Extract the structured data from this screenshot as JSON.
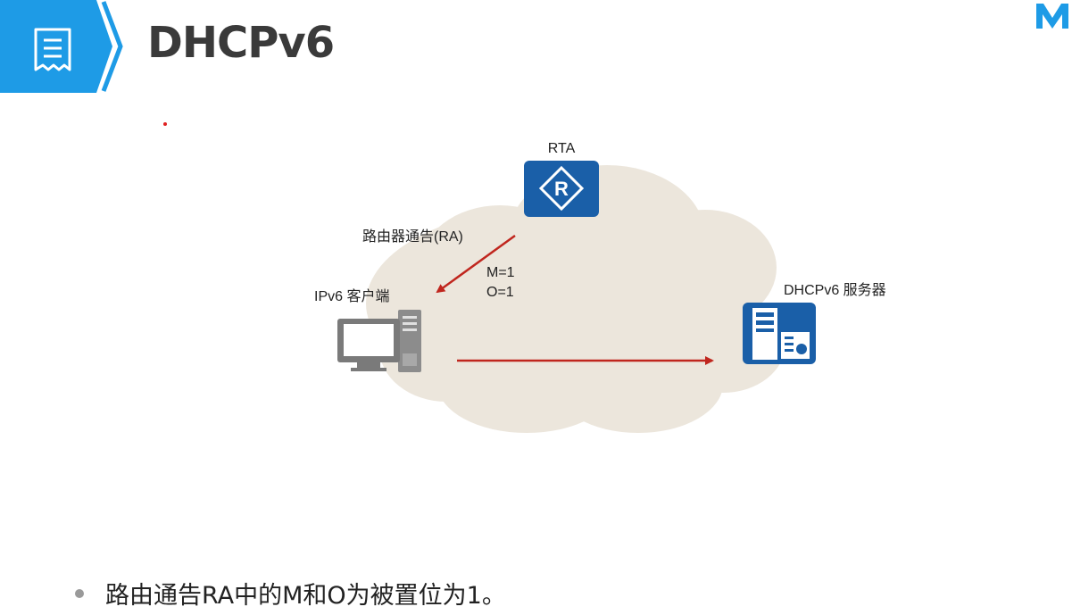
{
  "header": {
    "title": "DHCPv6",
    "badge_icon": "document-list-icon",
    "logo_icon": "m-logo-icon",
    "accent_color": "#1e9be6"
  },
  "diagram": {
    "router": {
      "label": "RTA",
      "icon": "router-icon",
      "color": "#1a5fa8"
    },
    "ra_label": "路由器通告(RA)",
    "flags": {
      "m": "M=1",
      "o": "O=1"
    },
    "client": {
      "label": "IPv6 客户端",
      "icon": "pc-icon"
    },
    "server": {
      "label": "DHCPv6 服务器",
      "icon": "server-icon",
      "color": "#1a5fa8"
    },
    "arrow_color": "#c0261e",
    "cloud_color": "#ece6dc"
  },
  "bullets": [
    "路由通告RA中的M和O为被置位为1。"
  ]
}
